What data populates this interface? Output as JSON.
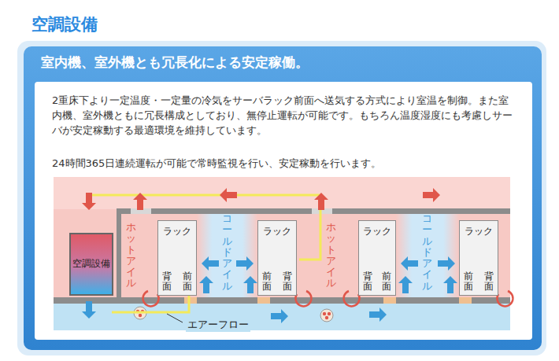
{
  "diagram": {
    "title": "空調設備",
    "nodes": [
      {
        "text": [
          "室内機、室外機とも冗長化による安定稼働。",
          "2重床下より一定温度・一定量の冷気をサーバラック前面へ送気する方式により室温を制御。また室内機、室外機ともに冗長構成としており、無停止運転が可能です。もちろん温度湿度にも考慮しサーバが安定稼動する最適環境を維持しています。",
          "24時間365日連続運転が可能で常時監視を行い、安定稼動を行います。"
        ]
      },
      {
        "text": [
          "空調設備"
        ],
        "in": 0
      },
      {
        "text": [
          "ラック",
          "背面",
          "前面"
        ],
        "in": 0
      },
      {
        "text": [
          "ラック",
          "前面",
          "背面"
        ],
        "in": 0
      },
      {
        "text": [
          "ラック",
          "背面",
          "前面"
        ],
        "in": 0
      },
      {
        "text": [
          "ラック",
          "前面",
          "背面"
        ],
        "in": 0
      }
    ],
    "labels": [
      "ホットアイル",
      "コールドアイル",
      "ホットアイル",
      "コールドアイル",
      "エアーフロー"
    ]
  }
}
